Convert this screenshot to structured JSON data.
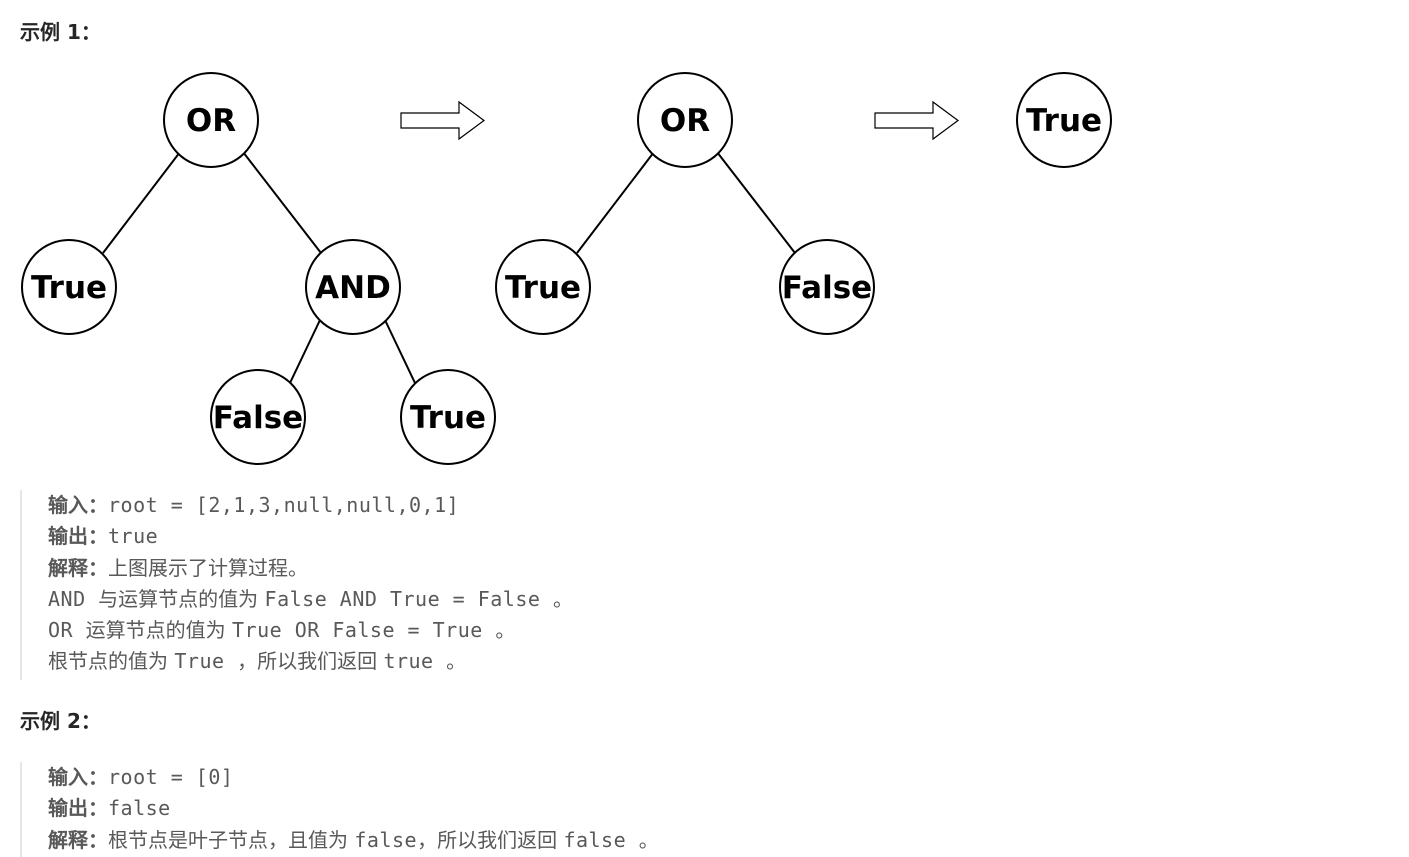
{
  "example1": {
    "heading": "示例 1：",
    "trees": {
      "tree1": {
        "root": "OR",
        "left": "True",
        "right": "AND",
        "and_left": "False",
        "and_right": "True"
      },
      "tree2": {
        "root": "OR",
        "left": "True",
        "right": "False"
      },
      "tree3": {
        "root": "True"
      }
    },
    "input_label": "输入：",
    "input_value": "root = [2,1,3,null,null,0,1]",
    "output_label": "输出：",
    "output_value": "true",
    "explain_label": "解释：",
    "explain_text": "上图展示了计算过程。",
    "line4": [
      {
        "t": "AND ",
        "mono": true
      },
      {
        "t": "与运算节点的值为 ",
        "mono": false
      },
      {
        "t": "False AND True = False ",
        "mono": true
      },
      {
        "t": "。",
        "mono": false
      }
    ],
    "line5": [
      {
        "t": "OR ",
        "mono": true
      },
      {
        "t": "运算节点的值为 ",
        "mono": false
      },
      {
        "t": "True OR False = True ",
        "mono": true
      },
      {
        "t": "。",
        "mono": false
      }
    ],
    "line6": [
      {
        "t": "根节点的值为 ",
        "mono": false
      },
      {
        "t": "True ",
        "mono": true
      },
      {
        "t": "，所以我们返回 ",
        "mono": false
      },
      {
        "t": "true ",
        "mono": true
      },
      {
        "t": "。",
        "mono": false
      }
    ]
  },
  "example2": {
    "heading": "示例 2：",
    "input_label": "输入：",
    "input_value": "root = [0]",
    "output_label": "输出：",
    "output_value": "false",
    "explain_label": "解释：",
    "line3": [
      {
        "t": "根节点是叶子节点，且值为 ",
        "mono": false
      },
      {
        "t": "false",
        "mono": true
      },
      {
        "t": "，所以我们返回 ",
        "mono": false
      },
      {
        "t": "false ",
        "mono": true
      },
      {
        "t": "。",
        "mono": false
      }
    ]
  }
}
